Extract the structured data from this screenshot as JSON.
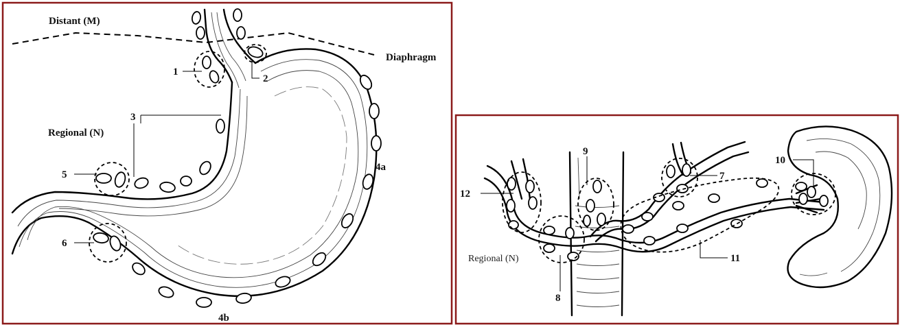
{
  "colors": {
    "frame": "#8b1a1a",
    "ink": "#000000",
    "background": "#ffffff"
  },
  "left_panel": {
    "distant_label": "Distant (M)",
    "diaphragm_label": "Diaphragm",
    "regional_label": "Regional (N)",
    "station_labels": {
      "n1": "1",
      "n2": "2",
      "n3": "3",
      "n4a": "4a",
      "n4b": "4b",
      "n5": "5",
      "n6": "6"
    }
  },
  "right_panel": {
    "regional_label": "Regional (N)",
    "station_labels": {
      "n7": "7",
      "n8": "8",
      "n9": "9",
      "n10": "10",
      "n11": "11",
      "n12": "12"
    }
  }
}
